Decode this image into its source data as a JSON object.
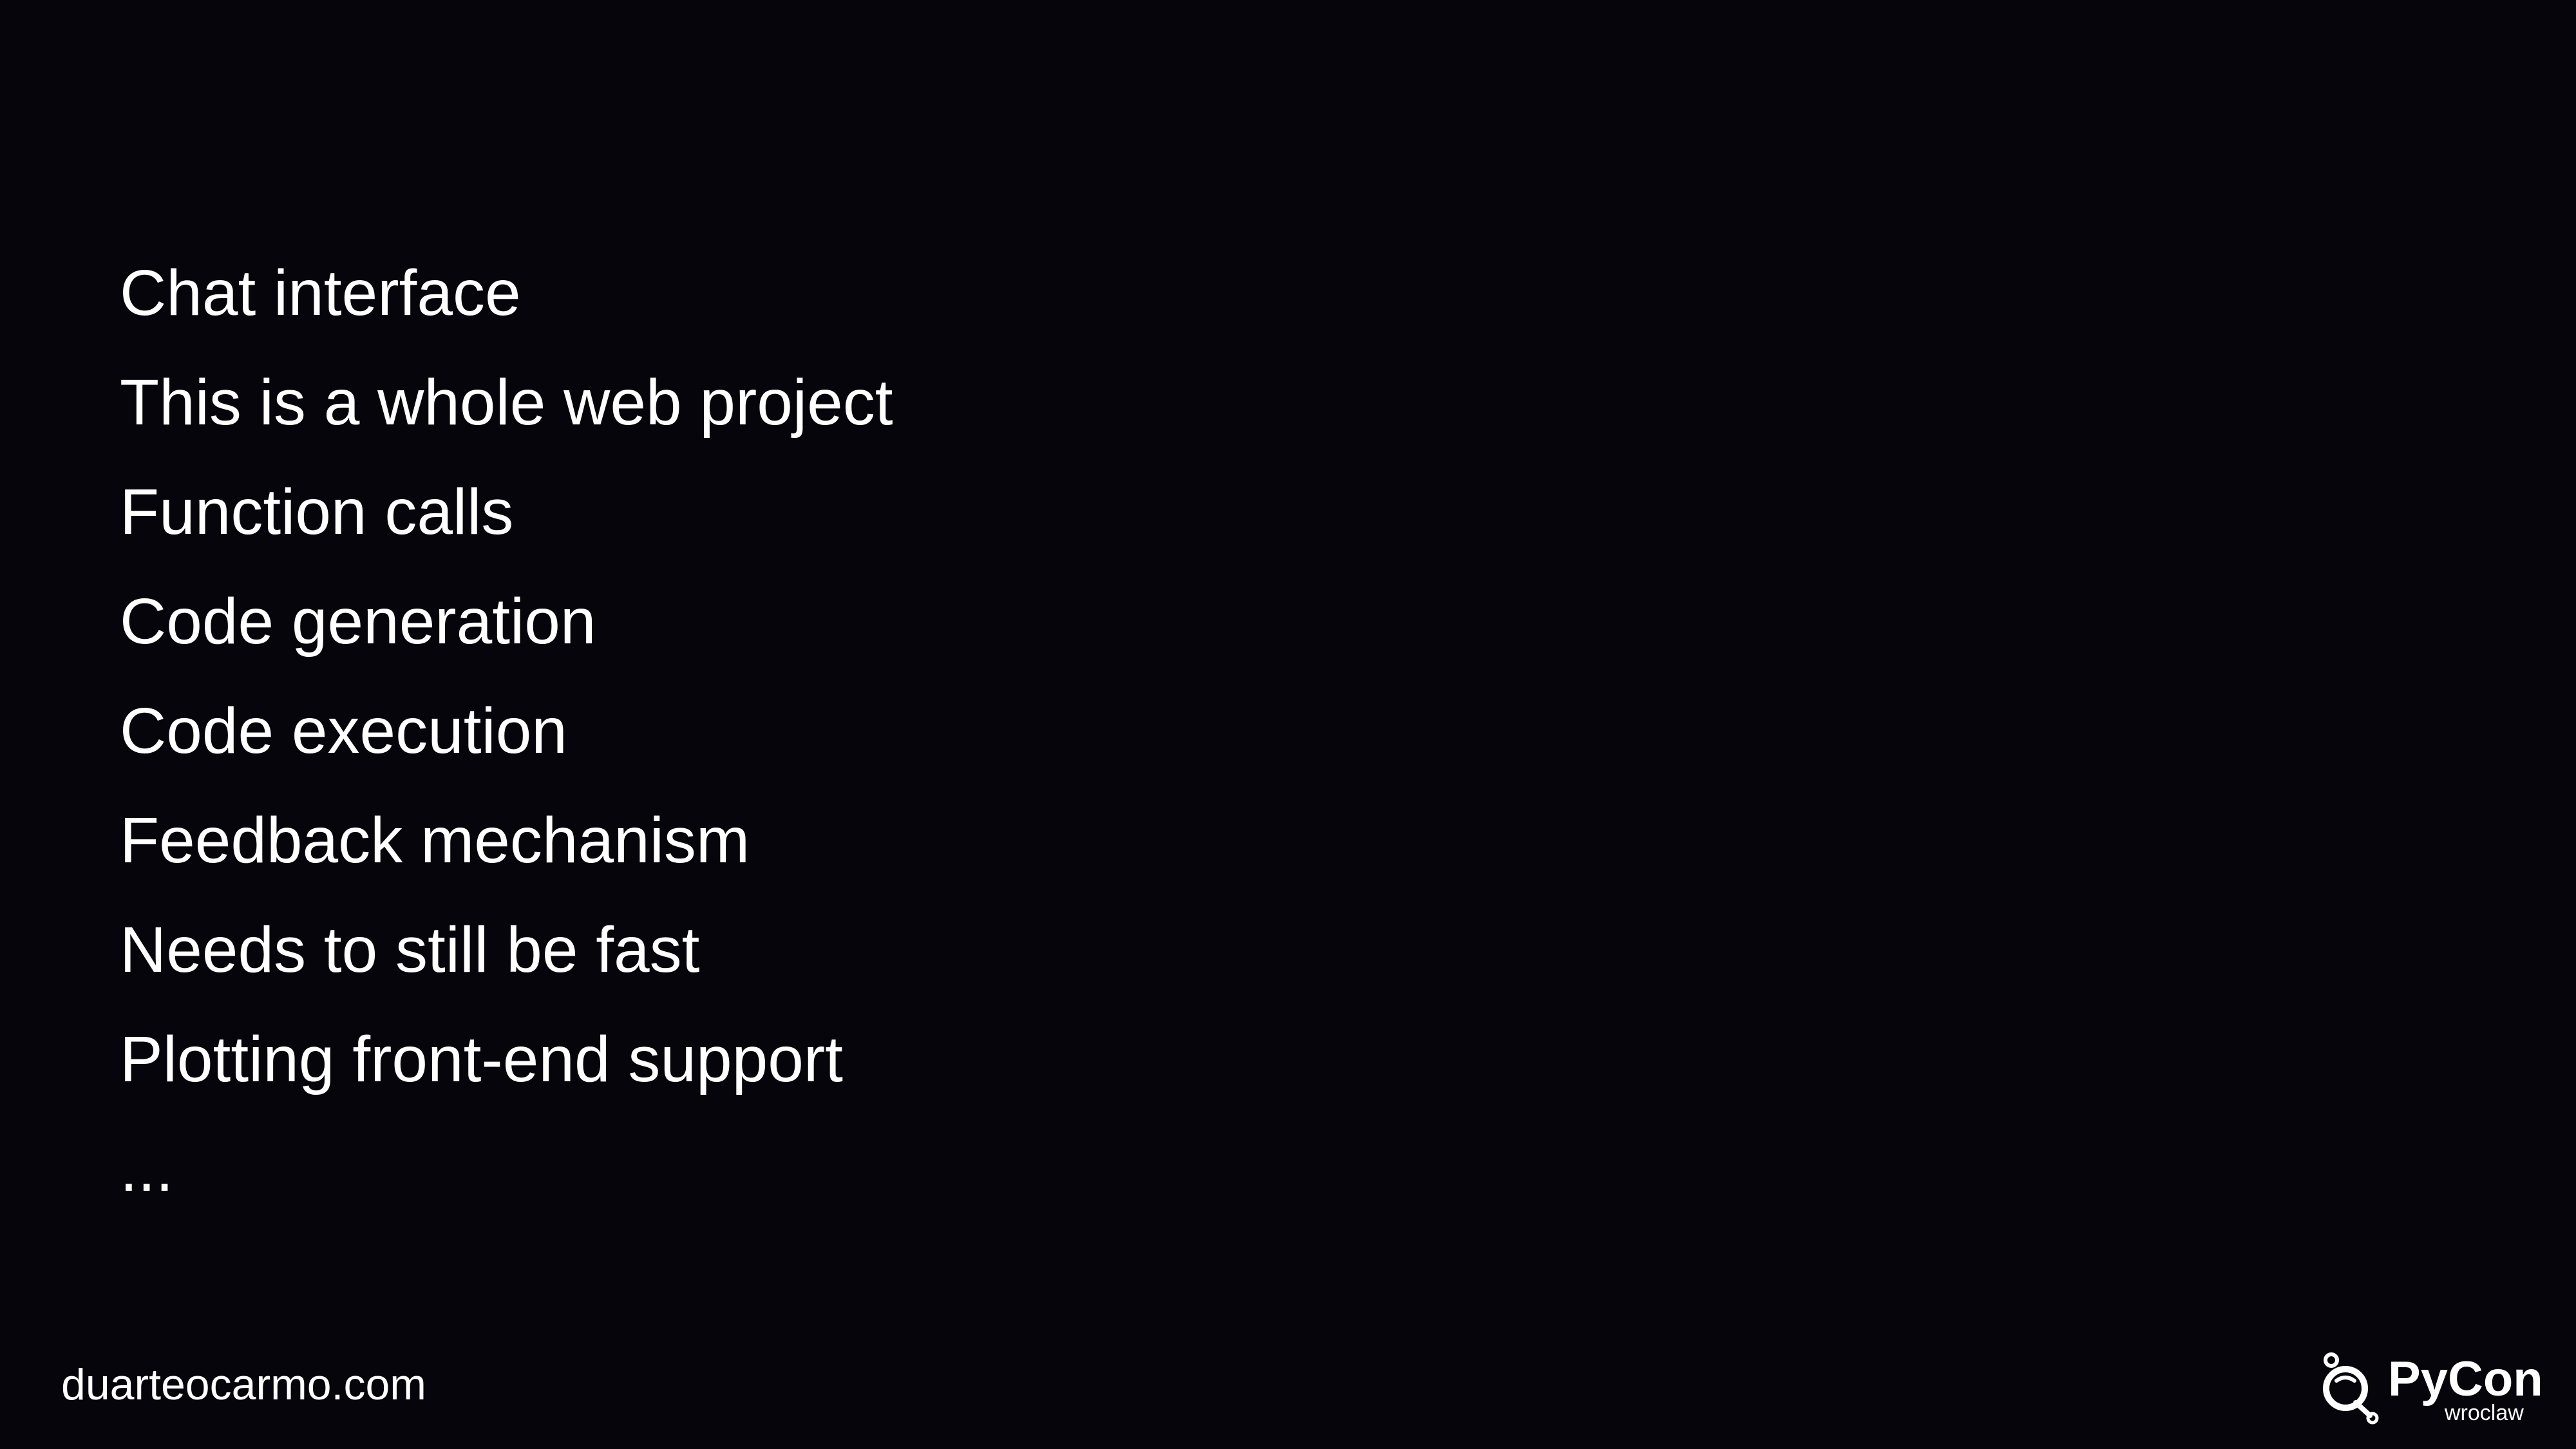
{
  "slide": {
    "bullets": [
      "Chat interface",
      "This is a whole web project",
      "Function calls",
      "Code generation",
      "Code execution",
      "Feedback mechanism",
      "Needs to still be fast",
      "Plotting front-end support",
      "..."
    ]
  },
  "footer": {
    "url": "duarteocarmo.com"
  },
  "logo": {
    "icon": "pycon-logo-icon",
    "name": "PyCon",
    "subtitle": "wroclaw"
  },
  "colors": {
    "background": "#05050b",
    "text": "#ffffff"
  }
}
